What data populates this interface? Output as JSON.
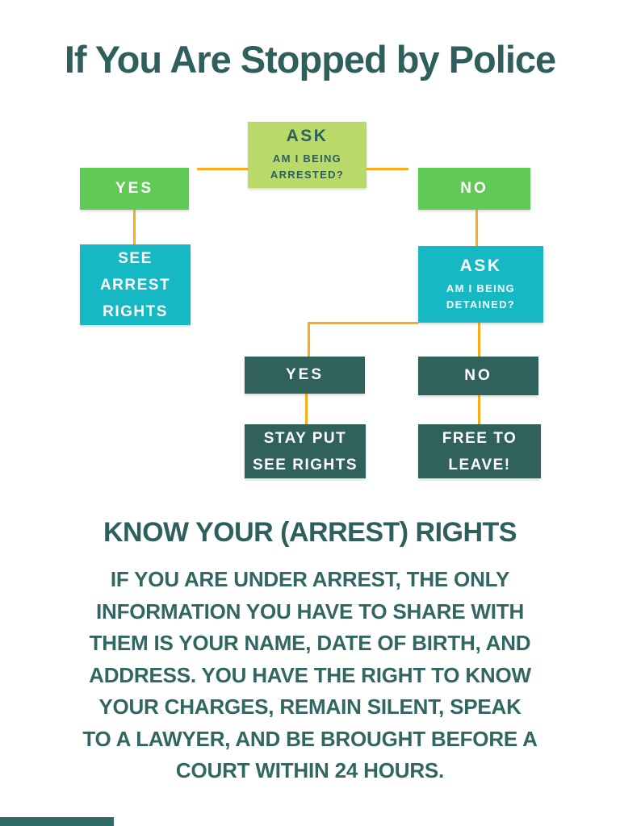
{
  "title": "If You Are Stopped by Police",
  "flowchart": {
    "ask_arrested": {
      "label": "ASK",
      "question": "AM I BEING\nARRESTED?"
    },
    "branch_yes": "YES",
    "branch_no": "NO",
    "see_arrest_rights": "SEE\nARREST\nRIGHTS",
    "ask_detained": {
      "label": "ASK",
      "question": "AM I BEING\nDETAINED?"
    },
    "detained_yes": "YES",
    "detained_no": "NO",
    "stay_put": "STAY PUT\nSEE RIGHTS",
    "free_to_leave": "FREE TO\nLEAVE!"
  },
  "info": {
    "heading": "KNOW YOUR (ARREST) RIGHTS",
    "lines": [
      "IF YOU ARE UNDER ARREST, THE ONLY",
      "INFORMATION YOU HAVE TO SHARE WITH",
      "THEM IS YOUR NAME, DATE OF BIRTH, AND",
      "ADDRESS. YOU HAVE THE RIGHT TO KNOW",
      "YOUR CHARGES, REMAIN SILENT, SPEAK",
      "TO A LAWYER, AND BE BROUGHT BEFORE A",
      "COURT WITHIN 24 HOURS."
    ]
  },
  "colors": {
    "title_text": "#2E5F5C",
    "light_green_box": "#B9D968",
    "bright_green_box": "#61C956",
    "cyan_box": "#16B8C4",
    "dark_teal_box": "#30615A",
    "connector_orange": "#F9AE17",
    "body_text": "#316661",
    "footer_bar": "#2E6B64"
  }
}
